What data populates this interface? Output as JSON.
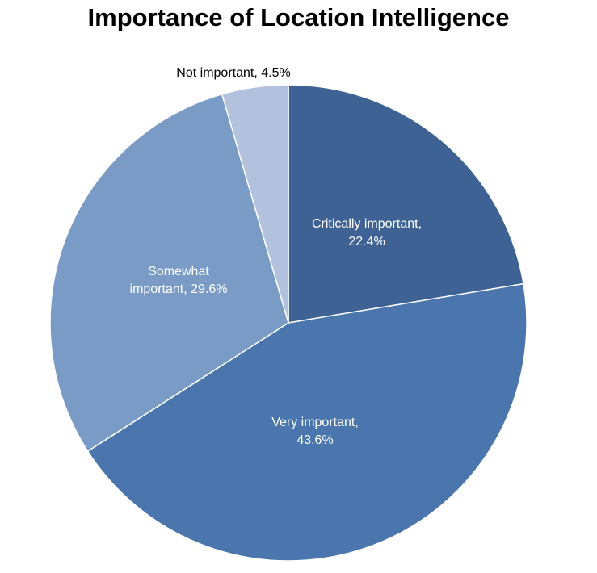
{
  "chart_data": {
    "type": "pie",
    "title": "Importance of Location Intelligence",
    "slices": [
      {
        "label": "Critically important",
        "value": 22.4,
        "label_lines": [
          "Critically important,",
          "22.4%"
        ],
        "color": "#3E6293",
        "label_placement": "inside"
      },
      {
        "label": "Very important",
        "value": 43.6,
        "label_lines": [
          "Very important,",
          "43.6%"
        ],
        "color": "#4A76AD",
        "label_placement": "inside"
      },
      {
        "label": "Somewhat important",
        "value": 29.6,
        "label_lines": [
          "Somewhat",
          "important, 29.6%"
        ],
        "color": "#7A9BC6",
        "label_placement": "inside"
      },
      {
        "label": "Not important",
        "value": 4.5,
        "label_lines": [
          "Not  important, 4.5%"
        ],
        "color": "#B2C2DE",
        "label_placement": "outside"
      }
    ],
    "start_angle": "12 o'clock",
    "direction": "clockwise",
    "legend": "none"
  }
}
